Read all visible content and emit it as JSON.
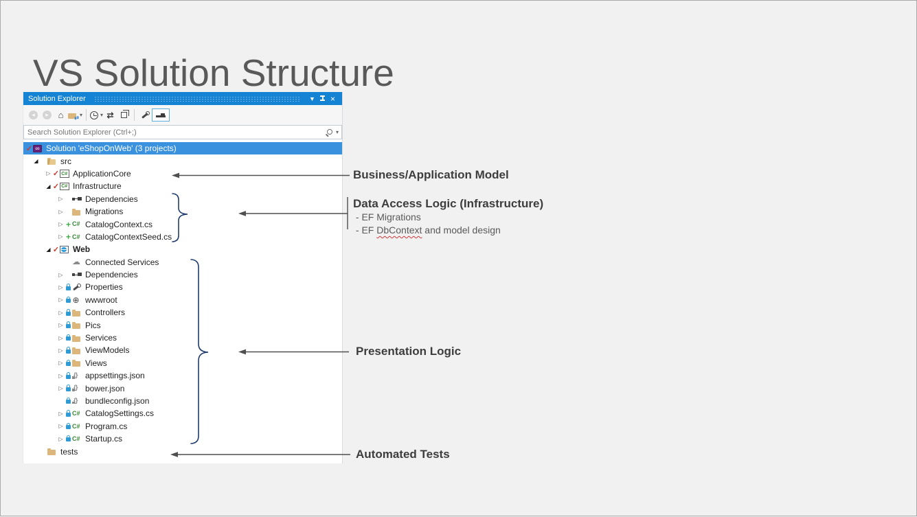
{
  "slide": {
    "title": "VS Solution Structure"
  },
  "panel": {
    "title": "Solution Explorer",
    "titlebar_icons": [
      "window-menu-chevron",
      "pin",
      "close"
    ],
    "toolbar_icons": [
      "back",
      "forward",
      "home",
      "switch-views",
      "chevron-down",
      "history-filter",
      "chevron-down",
      "sync-with-active-document",
      "collapse-all",
      "properties-wrench",
      "preview-selected-items"
    ],
    "search": {
      "placeholder": "Search Solution Explorer (Ctrl+;)"
    }
  },
  "tree": {
    "items": [
      {
        "label": "Solution 'eShopOnWeb' (3 projects)",
        "level": 0,
        "icon": "solution",
        "status": "check",
        "selected": true
      },
      {
        "label": "src",
        "level": 1,
        "expander": "expanded",
        "icon": "folder-open"
      },
      {
        "label": "ApplicationCore",
        "level": 2,
        "expander": "collapsed",
        "status": "check",
        "icon": "csharp-project"
      },
      {
        "label": "Infrastructure",
        "level": 2,
        "expander": "expanded",
        "status": "check",
        "icon": "csharp-project"
      },
      {
        "label": "Dependencies",
        "level": 3,
        "expander": "collapsed",
        "icon": "dependencies"
      },
      {
        "label": "Migrations",
        "level": 3,
        "expander": "collapsed",
        "icon": "folder"
      },
      {
        "label": "CatalogContext.cs",
        "level": 3,
        "expander": "collapsed",
        "status": "add",
        "icon": "csharp-file"
      },
      {
        "label": "CatalogContextSeed.cs",
        "level": 3,
        "expander": "collapsed",
        "status": "add",
        "icon": "csharp-file"
      },
      {
        "label": "Web",
        "level": 2,
        "expander": "expanded",
        "status": "check",
        "icon": "web-project",
        "bold": true
      },
      {
        "label": "Connected Services",
        "level": 3,
        "icon": "cloud"
      },
      {
        "label": "Dependencies",
        "level": 3,
        "expander": "collapsed",
        "icon": "dependencies"
      },
      {
        "label": "Properties",
        "level": 3,
        "expander": "collapsed",
        "status": "lock",
        "icon": "wrench"
      },
      {
        "label": "wwwroot",
        "level": 3,
        "expander": "collapsed",
        "status": "lock",
        "icon": "globe"
      },
      {
        "label": "Controllers",
        "level": 3,
        "expander": "collapsed",
        "status": "lock",
        "icon": "folder"
      },
      {
        "label": "Pics",
        "level": 3,
        "expander": "collapsed",
        "status": "lock",
        "icon": "folder"
      },
      {
        "label": "Services",
        "level": 3,
        "expander": "collapsed",
        "status": "lock",
        "icon": "folder"
      },
      {
        "label": "ViewModels",
        "level": 3,
        "expander": "collapsed",
        "status": "lock",
        "icon": "folder"
      },
      {
        "label": "Views",
        "level": 3,
        "expander": "collapsed",
        "status": "lock",
        "icon": "folder"
      },
      {
        "label": "appsettings.json",
        "level": 3,
        "expander": "collapsed",
        "status": "lock",
        "icon": "json-file"
      },
      {
        "label": "bower.json",
        "level": 3,
        "expander": "collapsed",
        "status": "lock",
        "icon": "json-file"
      },
      {
        "label": "bundleconfig.json",
        "level": 3,
        "status": "lock",
        "icon": "json-file"
      },
      {
        "label": "CatalogSettings.cs",
        "level": 3,
        "expander": "collapsed",
        "status": "lock",
        "icon": "csharp-file"
      },
      {
        "label": "Program.cs",
        "level": 3,
        "expander": "collapsed",
        "status": "lock",
        "icon": "csharp-file"
      },
      {
        "label": "Startup.cs",
        "level": 3,
        "expander": "collapsed",
        "status": "lock",
        "icon": "csharp-file"
      },
      {
        "label": "tests",
        "level": 1,
        "icon": "folder"
      }
    ]
  },
  "annotations": {
    "business": {
      "label": "Business/Application Model"
    },
    "data_access": {
      "label": "Data Access Logic (Infrastructure)",
      "bullet1": " - EF Migrations",
      "bullet2_prefix": " - EF ",
      "bullet2_misspelled": "DbContext",
      "bullet2_suffix": " and model design"
    },
    "presentation": {
      "label": "Presentation Logic"
    },
    "automated": {
      "label": "Automated Tests"
    }
  },
  "colors": {
    "titlebar_blue": "#1583d3",
    "selection_blue": "#3a91de",
    "brace_navy": "#1f3b6e",
    "arrow_gray": "#4f4f4f",
    "squiggle_red": "#d13438",
    "folder_tan": "#dcb67a",
    "csharp_green": "#368832",
    "lock_blue": "#2e9bd6",
    "check_red": "#c8392f"
  }
}
